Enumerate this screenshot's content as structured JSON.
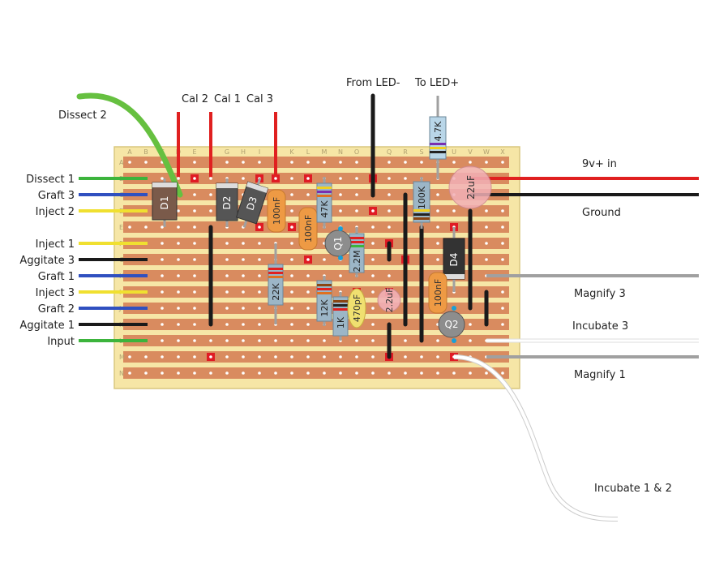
{
  "colors": {
    "board": "#f6e6a6",
    "board_edge": "#d9c77e",
    "strip": "#d98b5f",
    "hole": "#ffffff",
    "cut": "#e01b24",
    "wire_red": "#e02020",
    "wire_black": "#1a1a1a",
    "wire_green": "#3cb43c",
    "wire_blue": "#3050c0",
    "wire_yellow": "#f0e030",
    "wire_grey": "#a0a0a0",
    "wire_white": "#ffffff",
    "wire_green_thick": "#66c040",
    "diode_body": "#7a5a4a",
    "diode_dark": "#333333",
    "resistor_body": "#9cb6c7",
    "resistor_body_light": "#b9d6e8",
    "cap_film": "#ee9a44",
    "cap_electro": "#f2b0b6",
    "cap_ceramic": "#f0e070",
    "transistor": "#8d8d8d"
  },
  "columns": [
    "A",
    "B",
    "C",
    "D",
    "E",
    "F",
    "G",
    "H",
    "I",
    "J",
    "K",
    "L",
    "M",
    "N",
    "O",
    "P",
    "Q",
    "R",
    "S",
    "T",
    "U",
    "V",
    "W",
    "X"
  ],
  "rows": [
    "A",
    "B",
    "C",
    "D",
    "E",
    "F",
    "G",
    "H",
    "I",
    "J",
    "K",
    "L",
    "M",
    "N"
  ],
  "left_labels": [
    {
      "text": "Dissect 1",
      "row": 1,
      "color": "wire_green"
    },
    {
      "text": "Graft 3",
      "row": 2,
      "color": "wire_blue"
    },
    {
      "text": "Inject 2",
      "row": 3,
      "color": "wire_yellow"
    },
    {
      "text": "Inject 1",
      "row": 5,
      "color": "wire_yellow"
    },
    {
      "text": "Aggitate 3",
      "row": 6,
      "color": "wire_black"
    },
    {
      "text": "Graft 1",
      "row": 7,
      "color": "wire_blue"
    },
    {
      "text": "Inject 3",
      "row": 8,
      "color": "wire_yellow"
    },
    {
      "text": "Graft 2",
      "row": 9,
      "color": "wire_blue"
    },
    {
      "text": "Aggitate 1",
      "row": 10,
      "color": "wire_black"
    },
    {
      "text": "Input",
      "row": 11,
      "color": "wire_green"
    }
  ],
  "top_labels": {
    "dissect2": "Dissect 2",
    "cal2": "Cal 2",
    "cal1": "Cal 1",
    "cal3": "Cal 3",
    "from_led": "From LED-",
    "to_led": "To LED+"
  },
  "right_labels": {
    "v9_in": "9v+ in",
    "ground": "Ground",
    "magnify3": "Magnify 3",
    "incubate3": "Incubate 3",
    "magnify1": "Magnify 1",
    "incubate12": "Incubate 1 & 2"
  },
  "components": {
    "d1": "D1",
    "d2": "D2",
    "d3": "D3",
    "d4": "D4",
    "c100nf_a": "100nF",
    "c100nf_b": "100nF",
    "c100nf_c": "100nF",
    "r47k": "47K",
    "q1": "Q1",
    "r22m": "2.2M",
    "r22k": "22K",
    "r12k": "12K",
    "r1k": "1K",
    "c470pf": "470pF",
    "c22uf_small": "2.2uF",
    "r100k": "100K",
    "r4k7": "4.7K",
    "c22uf_big": "22uF",
    "q2": "Q2"
  },
  "cuts": [
    [
      4,
      1
    ],
    [
      8,
      1
    ],
    [
      11,
      1
    ],
    [
      15,
      1
    ],
    [
      20,
      4
    ],
    [
      8,
      4
    ],
    [
      10,
      4
    ],
    [
      11,
      6
    ],
    [
      16,
      5
    ],
    [
      17,
      6
    ],
    [
      16,
      8
    ],
    [
      14,
      8
    ],
    [
      13,
      9
    ],
    [
      13,
      10
    ],
    [
      16,
      12
    ],
    [
      20,
      12
    ],
    [
      5,
      12
    ],
    [
      9,
      1
    ],
    [
      11,
      5
    ],
    [
      15,
      3
    ]
  ]
}
